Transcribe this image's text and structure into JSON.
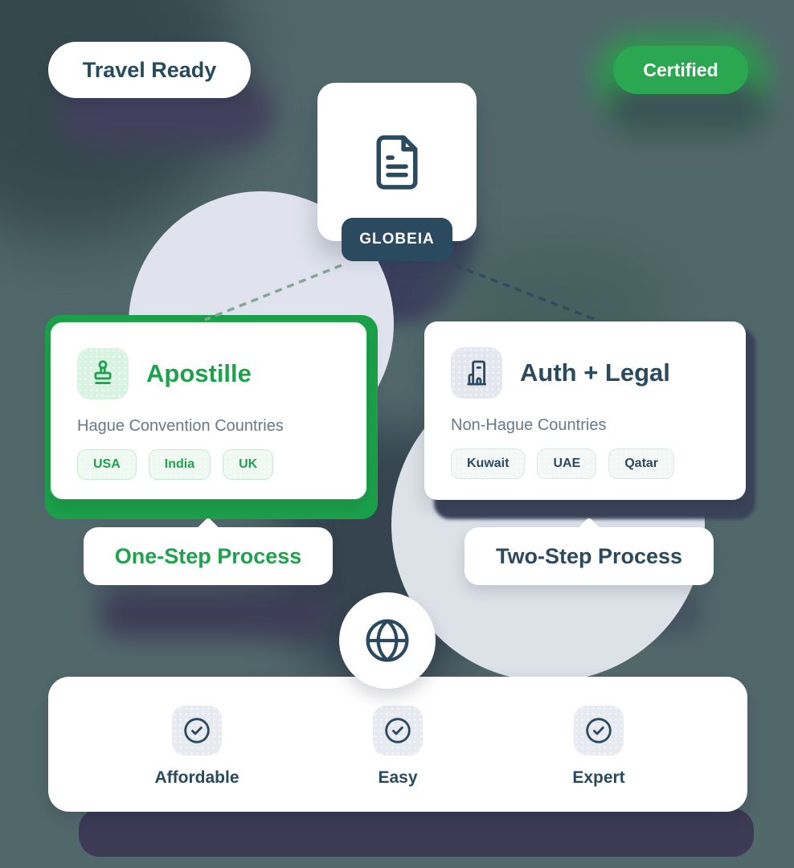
{
  "badges": {
    "travel_ready": "Travel Ready",
    "certified": "Certified"
  },
  "brand": {
    "name": "GLOBEIA"
  },
  "cards": {
    "apostille": {
      "title": "Apostille",
      "subtitle": "Hague Convention Countries",
      "tags": [
        "USA",
        "India",
        "UK"
      ],
      "process_label": "One-Step Process"
    },
    "auth_legal": {
      "title": "Auth + Legal",
      "subtitle": "Non-Hague Countries",
      "tags": [
        "Kuwait",
        "UAE",
        "Qatar"
      ],
      "process_label": "Two-Step Process"
    }
  },
  "features": [
    {
      "label": "Affordable"
    },
    {
      "label": "Easy"
    },
    {
      "label": "Expert"
    }
  ],
  "icons": {
    "document": "document-icon",
    "stamp": "stamp-icon",
    "building": "building-icon",
    "globe": "globe-icon",
    "check": "check-circle-icon"
  },
  "colors": {
    "background": "#51686b",
    "green": "#1fa24c",
    "green_bright": "#2aa750",
    "navy": "#2c4a5e",
    "navy_purple": "#3c3a55",
    "light_circle": "#dde1e8",
    "card_white": "#ffffff",
    "subtitle_gray": "#657a8a"
  }
}
